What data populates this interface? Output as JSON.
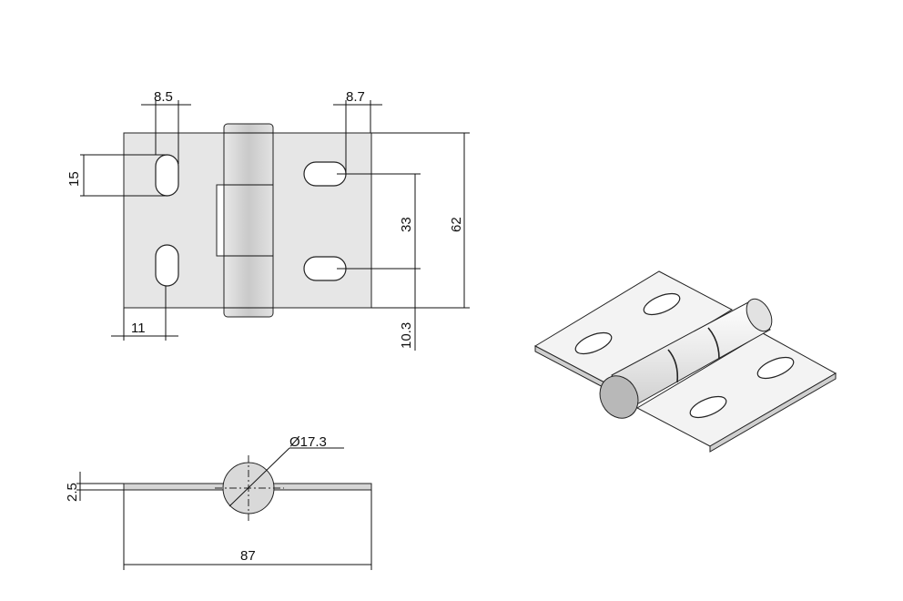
{
  "drawing": {
    "title": "",
    "front_view": {
      "dims": {
        "slot_width_left": "8.5",
        "slot_width_right": "8.7",
        "slot_length": "15",
        "slot_pitch": "33",
        "overall_height": "62",
        "edge_offset": "11",
        "bottom_offset": "10.3"
      }
    },
    "side_view": {
      "dims": {
        "thickness": "2.5",
        "overall_width": "87",
        "pin_diameter": "Ø17.3"
      }
    },
    "iso_view": {
      "caption": ""
    }
  }
}
